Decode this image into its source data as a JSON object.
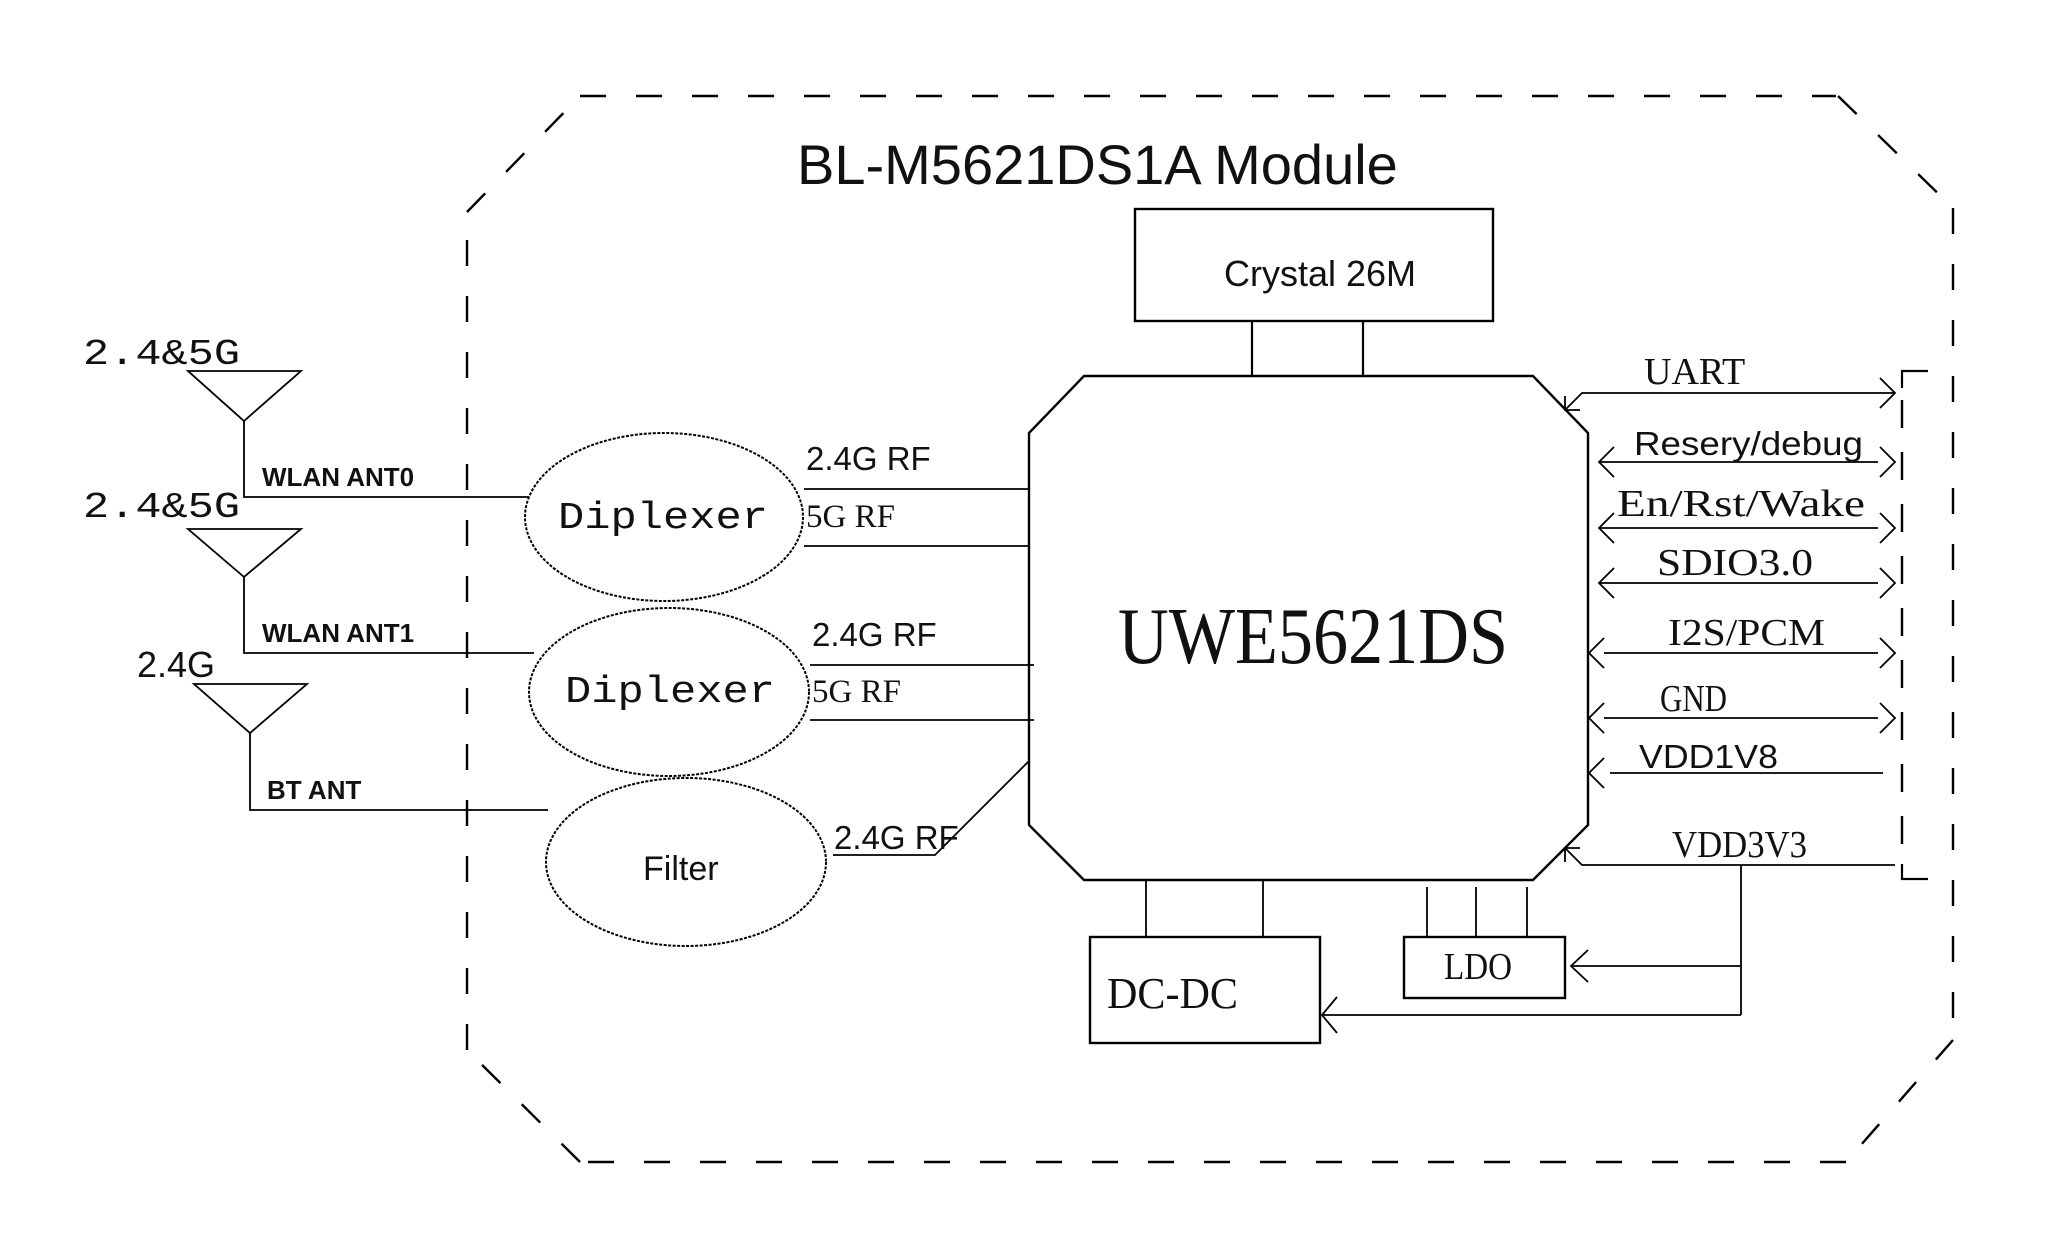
{
  "diagram": {
    "title": "BL-M5621DS1A Module",
    "chip": {
      "label": "UWE5621DS"
    },
    "crystal": {
      "label": "Crystal 26M"
    },
    "antennas": [
      {
        "band": "2.4&5G",
        "name": "WLAN ANT0"
      },
      {
        "band": "2.4&5G",
        "name": "WLAN ANT1"
      },
      {
        "band": "2.4G",
        "name": "BT ANT"
      }
    ],
    "rf_blocks": [
      {
        "label": "Diplexer",
        "ports": [
          "2.4G RF",
          "5G RF"
        ]
      },
      {
        "label": "Diplexer",
        "ports": [
          "2.4G RF",
          "5G RF"
        ]
      },
      {
        "label": "Filter",
        "ports": [
          "2.4G RF"
        ]
      }
    ],
    "interfaces": [
      {
        "label": "UART",
        "direction": "bidirectional"
      },
      {
        "label": "Resery/debug",
        "direction": "bidirectional"
      },
      {
        "label": "En/Rst/Wake",
        "direction": "bidirectional"
      },
      {
        "label": "SDIO3.0",
        "direction": "bidirectional"
      },
      {
        "label": "I2S/PCM",
        "direction": "bidirectional"
      },
      {
        "label": "GND",
        "direction": "bidirectional"
      },
      {
        "label": "VDD1V8",
        "direction": "input"
      },
      {
        "label": "VDD3V3",
        "direction": "input"
      }
    ],
    "power": {
      "dcdc": "DC-DC",
      "ldo": "LDO"
    }
  }
}
